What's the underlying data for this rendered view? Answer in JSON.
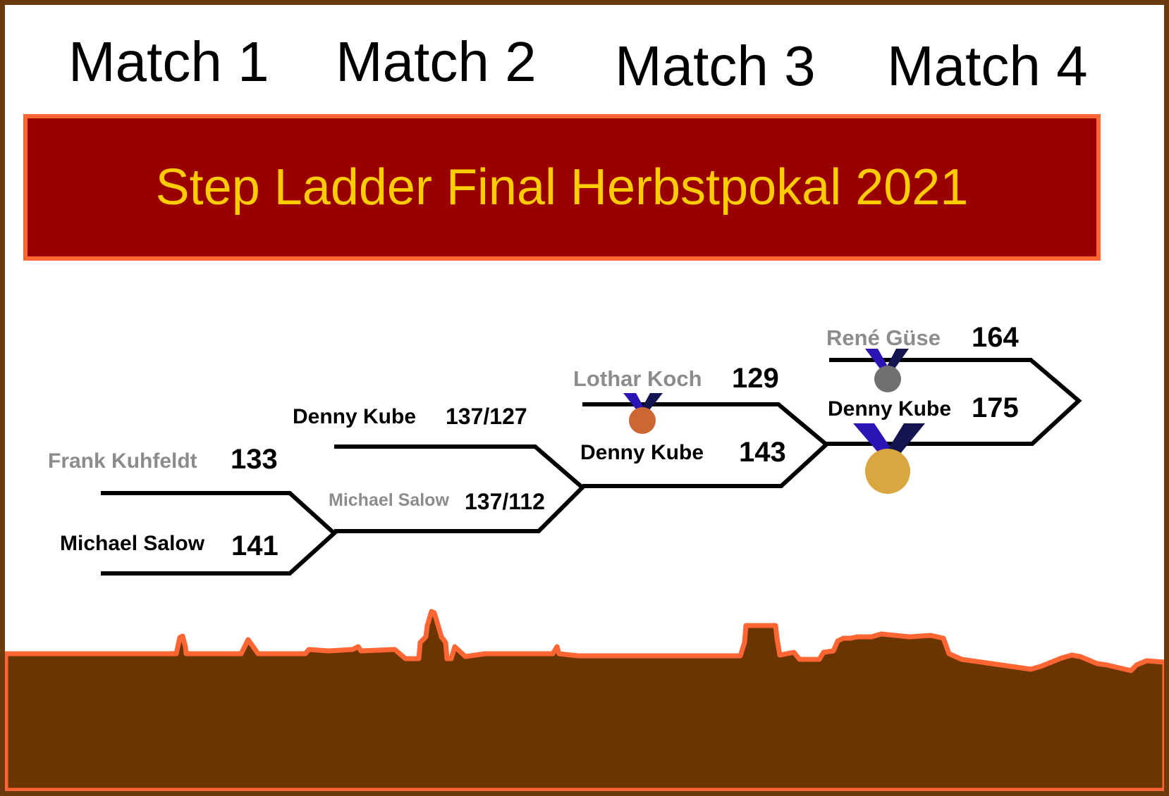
{
  "matches": [
    "Match 1",
    "Match 2",
    "Match 3",
    "Match 4"
  ],
  "title": "Step Ladder Final Herbstpokal 2021",
  "games": [
    {
      "top": {
        "name": "Frank Kuhfeldt",
        "score": "133",
        "result": "loser"
      },
      "bottom": {
        "name": "Michael Salow",
        "score": "141",
        "result": "winner"
      }
    },
    {
      "top": {
        "name": "Denny Kube",
        "score": "137/127",
        "result": "winner"
      },
      "bottom": {
        "name": "Michael Salow",
        "score": "137/112",
        "result": "loser"
      }
    },
    {
      "top": {
        "name": "Lothar Koch",
        "score": "129",
        "result": "loser"
      },
      "bottom": {
        "name": "Denny Kube",
        "score": "143",
        "result": "winner"
      }
    },
    {
      "top": {
        "name": "René Güse",
        "score": "164",
        "result": "loser"
      },
      "bottom": {
        "name": "Denny Kube",
        "score": "175",
        "result": "winner"
      }
    }
  ],
  "medals": {
    "gold": "gold-medal-icon",
    "silver": "silver-medal-icon",
    "bronze": "bronze-medal-icon"
  },
  "colors": {
    "title_bg": "#990000",
    "title_border": "#ff6633",
    "title_text": "#ffcc00",
    "frame": "#6b3a0c",
    "skyline_fill": "#6b3500",
    "skyline_stroke": "#ff6633",
    "winner_text": "#000000",
    "loser_text": "#8c8c8c",
    "gold": "#d9a63f",
    "silver": "#707070",
    "bronze": "#cc6633",
    "ribbon_light": "#2a14b4",
    "ribbon_dark": "#141450"
  }
}
